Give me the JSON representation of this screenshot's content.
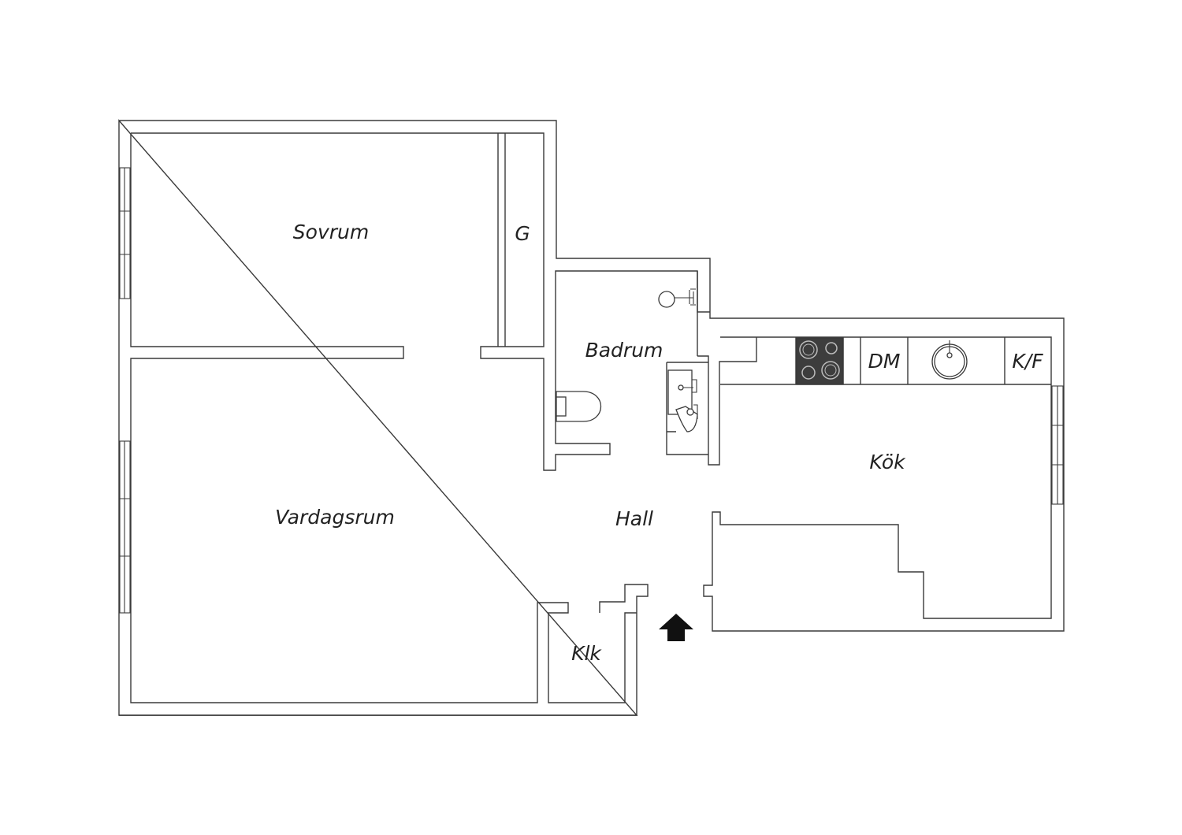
{
  "rooms": {
    "bedroom": "Sovrum",
    "wardrobe": "G",
    "bathroom": "Badrum",
    "kitchen": "Kök",
    "living_room": "Vardagsrum",
    "hall": "Hall",
    "closet": "Klk"
  },
  "kitchen_units": {
    "dishwasher": "DM",
    "fridge_freezer": "K/F"
  },
  "colors": {
    "wall_stroke": "#3a3a3a",
    "stove": "#3d3d3d",
    "entrance_arrow": "#111111",
    "background": "#ffffff"
  },
  "icons": [
    "stove-icon",
    "sink-icon",
    "toilet-icon",
    "washbasin-icon",
    "shower-icon",
    "window-icon",
    "entrance-arrow-icon"
  ]
}
